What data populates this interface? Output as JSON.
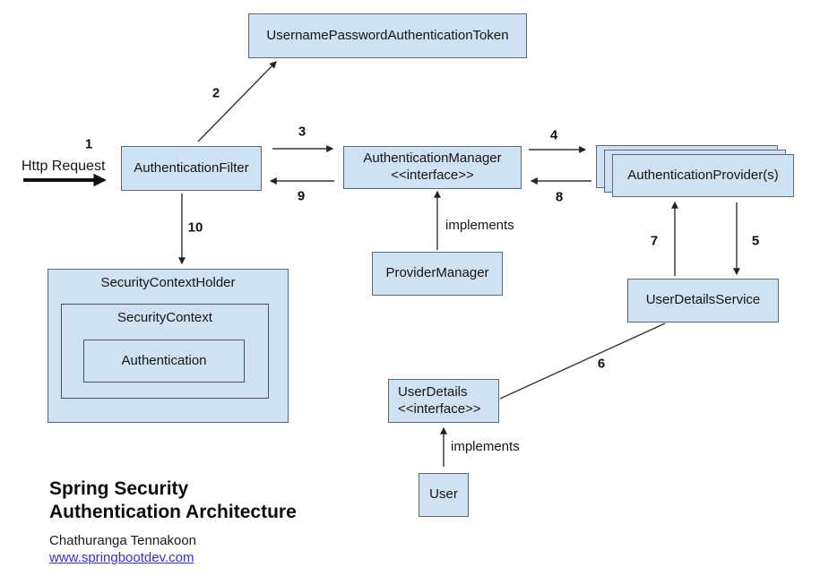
{
  "diagram": {
    "boxes": {
      "token": "UsernamePasswordAuthenticationToken",
      "auth_filter": "AuthenticationFilter",
      "auth_manager_line1": "AuthenticationManager",
      "auth_manager_line2": "<<interface>>",
      "auth_providers": "AuthenticationProvider(s)",
      "provider_manager": "ProviderManager",
      "security_context_holder": "SecurityContextHolder",
      "security_context": "SecurityContext",
      "authentication": "Authentication",
      "user_details_service": "UserDetailsService",
      "user_details_line1": "UserDetails",
      "user_details_line2": "<<interface>>",
      "user": "User"
    },
    "edge_labels": {
      "n1": "1",
      "n2": "2",
      "n3": "3",
      "n4": "4",
      "n5": "5",
      "n6": "6",
      "n7": "7",
      "n8": "8",
      "n9": "9",
      "n10": "10",
      "implements_provider": "implements",
      "implements_user": "implements"
    },
    "http_request_label": "Http Request",
    "footer": {
      "title_line1": "Spring Security",
      "title_line2": "Authentication Architecture",
      "author": "Chathuranga Tennakoon",
      "website": "www.springbootdev.com"
    },
    "colors": {
      "box_fill": "#cfe2f3",
      "box_border": "#5d6b79",
      "arrow": "#222222",
      "link": "#3333cc"
    }
  }
}
